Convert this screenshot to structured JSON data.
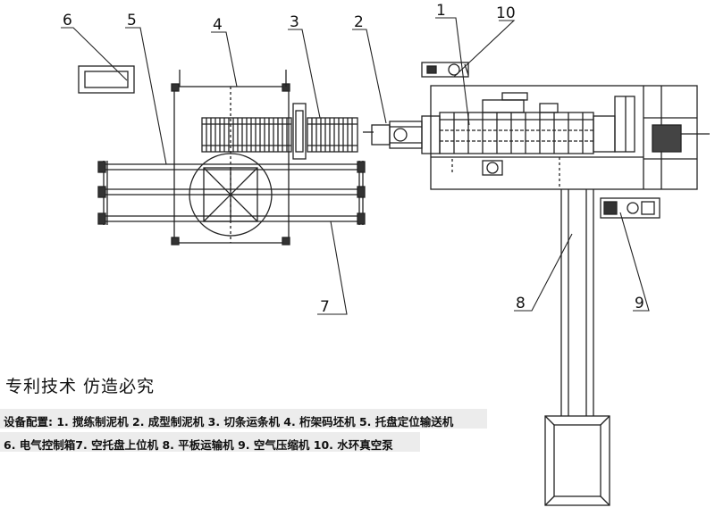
{
  "diagram": {
    "labels": [
      "1",
      "2",
      "3",
      "4",
      "5",
      "6",
      "7",
      "8",
      "9",
      "10"
    ]
  },
  "caption": {
    "title": "专利技术  仿造必究",
    "config_line_1": "设备配置: 1. 搅练制泥机   2. 成型制泥机 3. 切条运条机 4. 桁架码坯机 5. 托盘定位输送机",
    "config_line_2": "6. 电气控制箱7. 空托盘上位机 8. 平板运输机   9. 空气压缩机 10. 水环真空泵"
  }
}
